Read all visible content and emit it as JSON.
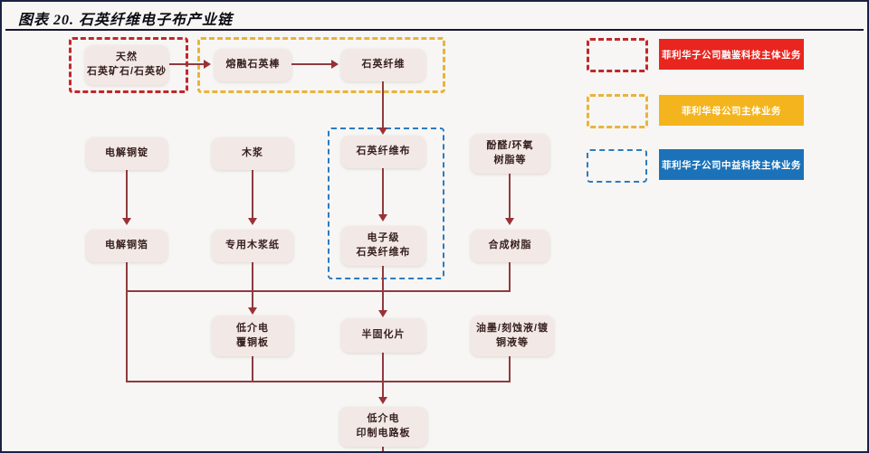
{
  "title": "图表 20. 石英纤维电子布产业链",
  "legend": {
    "items": [
      {
        "label": "菲利华子公司融鉴科技主体业务",
        "fill": "#e8251f",
        "dash": "#bf282c"
      },
      {
        "label": "菲利华母公司主体业务",
        "fill": "#f4b41d",
        "dash": "#e9b33c"
      },
      {
        "label": "菲利华子公司中益科技主体业务",
        "fill": "#1b72b8",
        "dash": "#2b7bc0"
      }
    ]
  },
  "nodes": {
    "natural_quartz": {
      "label": "天然\n石英矿石/石英砂"
    },
    "fused_quartz_rod": {
      "label": "熔融石英棒"
    },
    "quartz_fiber": {
      "label": "石英纤维"
    },
    "electrolytic_copper": {
      "label": "电解铜锭"
    },
    "wood_pulp": {
      "label": "木浆"
    },
    "quartz_fiber_cloth": {
      "label": "石英纤维布"
    },
    "phenolic_epoxy_resin": {
      "label": "酚醛/环氧\n树脂等"
    },
    "copper_foil": {
      "label": "电解铜箔"
    },
    "special_pulp_paper": {
      "label": "专用木浆纸"
    },
    "electronic_grade_cloth": {
      "label": "电子级\n石英纤维布"
    },
    "synthetic_resin": {
      "label": "合成树脂"
    },
    "low_dk_ccl": {
      "label": "低介电\n覆铜板"
    },
    "prepreg": {
      "label": "半固化片"
    },
    "ink_etchant_plating": {
      "label": "油墨/刻蚀液/镀\n铜液等"
    },
    "low_dk_pcb": {
      "label": "低介电\n印制电路板"
    }
  },
  "colors": {
    "node_fill": "#f2e9e6",
    "connector": "#8e3b40",
    "frame": "#1b2144",
    "red_dash": "#bf282c",
    "yellow_dash": "#e9b33c",
    "blue_dash": "#2b7bc0",
    "legend_red": "#e8251f",
    "legend_yellow": "#f4b41d",
    "legend_blue": "#1b72b8"
  }
}
